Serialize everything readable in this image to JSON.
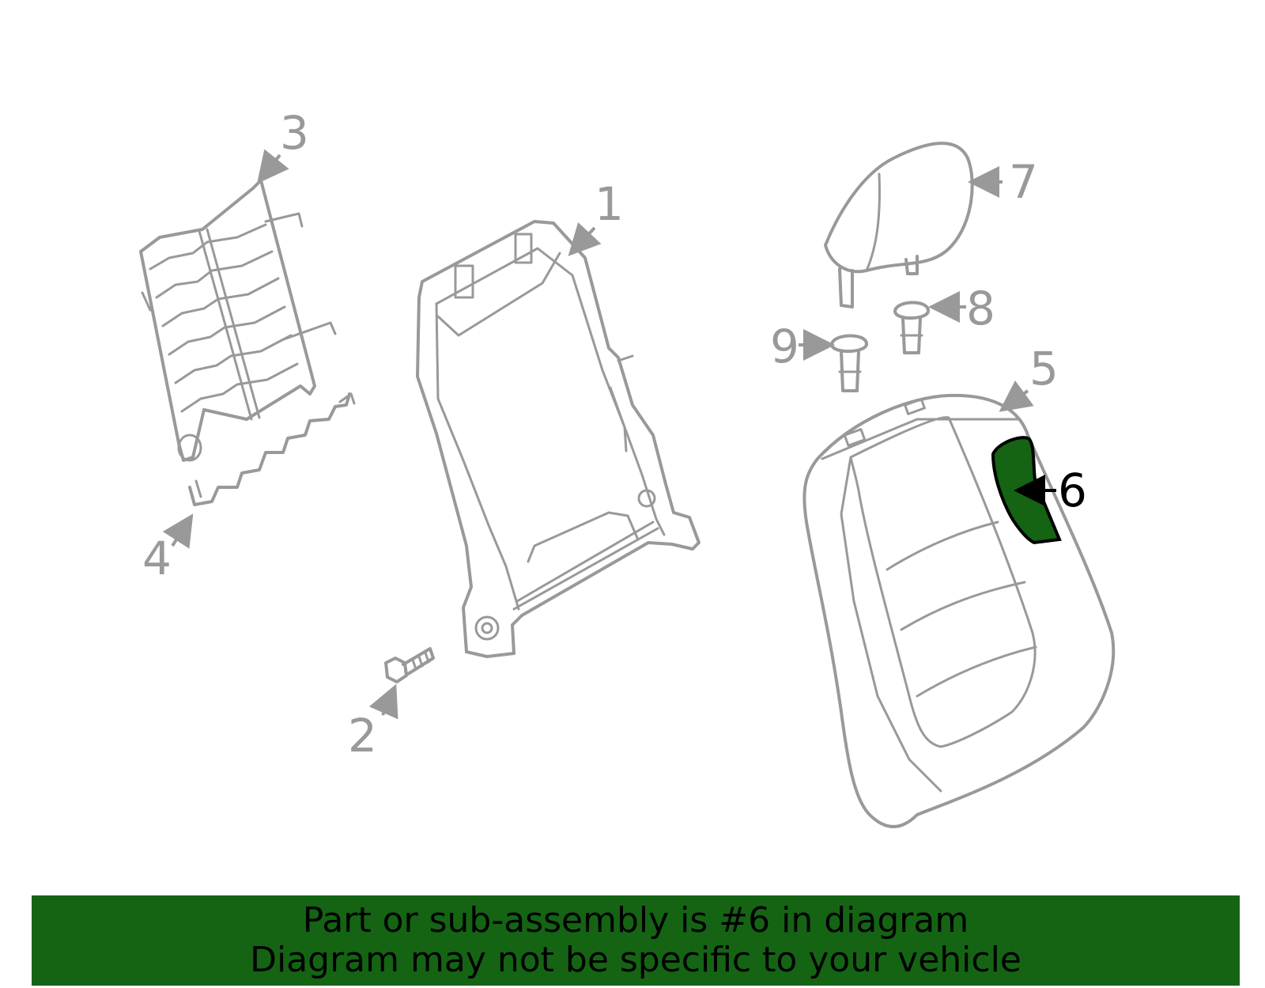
{
  "colors": {
    "part_line": "#999999",
    "highlight_fill": "#146414",
    "highlight_line": "#000000",
    "banner_bg": "#146414",
    "banner_text": "#000000",
    "background": "#ffffff"
  },
  "callouts": [
    {
      "number": "1",
      "part": "seat-back-frame"
    },
    {
      "number": "2",
      "part": "bolt"
    },
    {
      "number": "3",
      "part": "seat-back-spring-mat"
    },
    {
      "number": "4",
      "part": "wire-spring"
    },
    {
      "number": "5",
      "part": "seat-back-pad"
    },
    {
      "number": "6",
      "part": "side-bolster-pad",
      "highlighted": true
    },
    {
      "number": "7",
      "part": "headrest"
    },
    {
      "number": "8",
      "part": "headrest-guide"
    },
    {
      "number": "9",
      "part": "headrest-guide"
    }
  ],
  "highlighted_part": "6",
  "banner": {
    "line1": "Part or sub-assembly is #6 in diagram",
    "line2": "Diagram may not be specific to your vehicle"
  }
}
